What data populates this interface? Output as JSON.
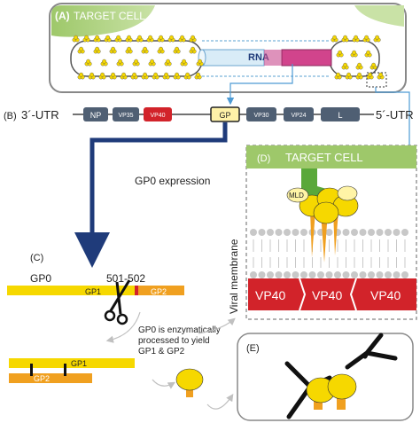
{
  "panelA": {
    "label": "(A)",
    "title": "TARGET CELL",
    "rna_label": "RNA"
  },
  "panelB": {
    "label": "(B)",
    "utr3": "3´-UTR",
    "utr5": "5´-UTR",
    "genes": [
      "NP",
      "VP35",
      "VP40",
      "GP",
      "VP30",
      "VP24",
      "L"
    ]
  },
  "expression_label": "GP0 expression",
  "panelC": {
    "label": "(C)",
    "gp0": "GP0",
    "site": "501-502",
    "gp1": "GP1",
    "gp2": "GP2",
    "note_line1": "GP0 is enzymatically",
    "note_line2": "processed to yield",
    "note_line3": "GP1 & GP2",
    "gp1_b": "GP1",
    "gp2_b": "GP2"
  },
  "panelD": {
    "label": "(D)",
    "title": "TARGET CELL",
    "mld": "MLD",
    "membrane_label": "Viral membrane",
    "vp40_labels": [
      "VP40",
      "VP40",
      "VP40"
    ]
  },
  "panelE": {
    "label": "(E)"
  },
  "colors": {
    "gp_yellow": "#f6d800",
    "gp_orange": "#f0a020",
    "vp40_red": "#d2232a",
    "cell_green": "#9ec86a",
    "arrow_navy": "#1f3b7a",
    "arrow_light": "#5aa0d0",
    "gene_box": "#4f5f73"
  }
}
